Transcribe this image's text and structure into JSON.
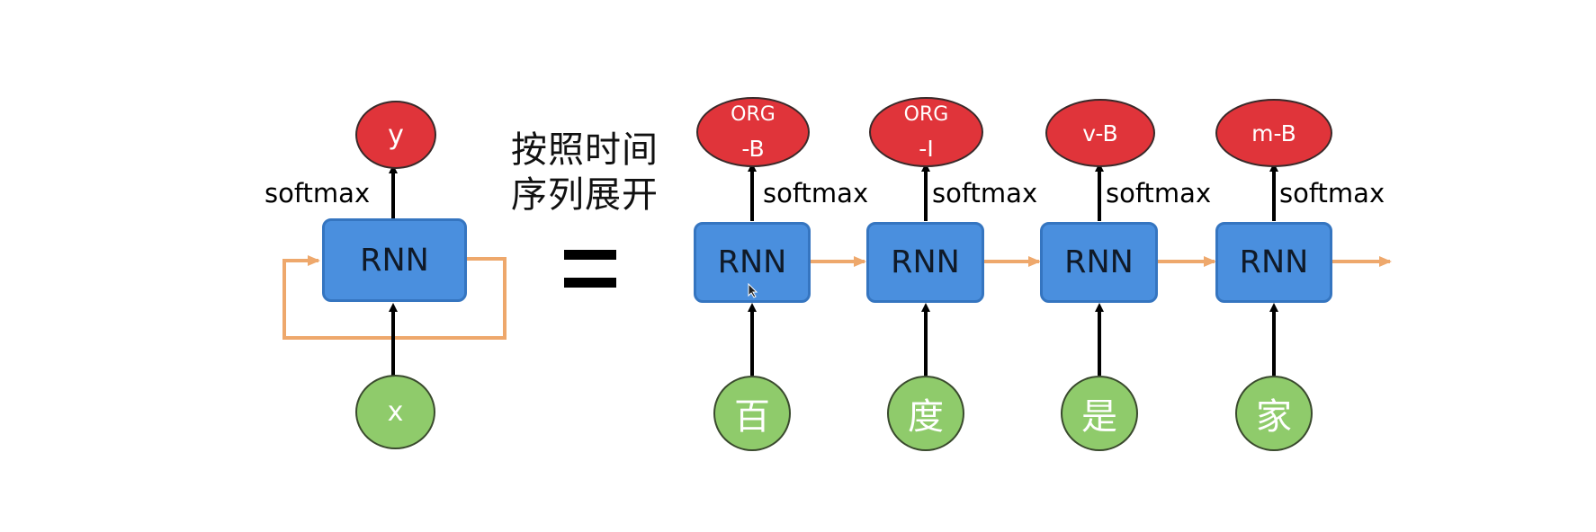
{
  "left_diagram": {
    "output": "y",
    "activation": "softmax",
    "cell": "RNN",
    "input": "x"
  },
  "middle": {
    "caption_line1": "按照时间",
    "caption_line2": "序列展开",
    "equals": "="
  },
  "unrolled": [
    {
      "output_top": "ORG",
      "output_bottom": "-B",
      "activation": "softmax",
      "cell": "RNN",
      "input": "百"
    },
    {
      "output_top": "ORG",
      "output_bottom": "-I",
      "activation": "softmax",
      "cell": "RNN",
      "input": "度"
    },
    {
      "output": "v-B",
      "activation": "softmax",
      "cell": "RNN",
      "input": "是"
    },
    {
      "output": "m-B",
      "activation": "softmax",
      "cell": "RNN",
      "input": "家"
    }
  ],
  "colors": {
    "rnn_box": "#4a8fde",
    "output_node": "#e0343a",
    "input_node": "#8fcb6b",
    "recurrent_arrow": "#eea86c"
  }
}
